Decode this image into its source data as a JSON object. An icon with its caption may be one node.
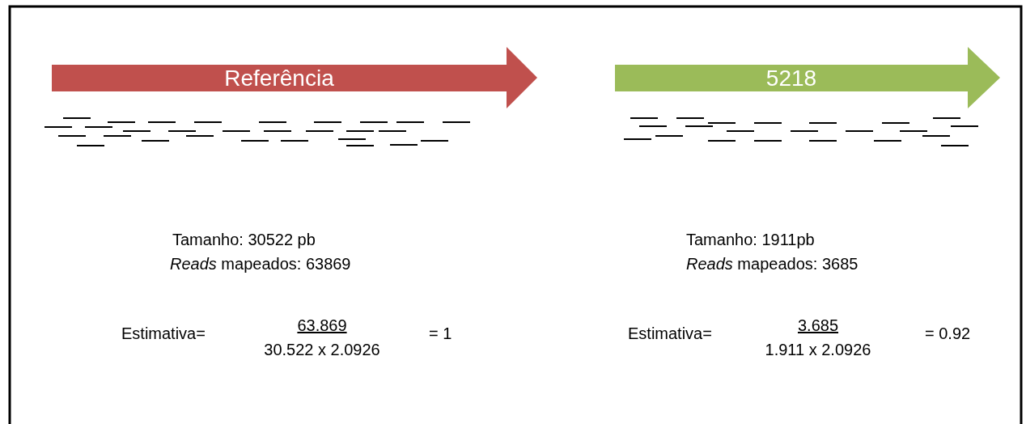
{
  "diagram": {
    "nodes": [
      {
        "text": [
          "Referência"
        ]
      },
      {
        "text": [
          "5218"
        ]
      }
    ],
    "labels": [
      "Tamanho: 30522 pb",
      "*Reads* mapeados: 63869",
      "Estimativa=",
      "63.869",
      "30.522 x 2.0926",
      "= 1",
      "Tamanho: 1911pb",
      "*Reads* mapeados: 3685",
      "Estimativa=",
      "3.685",
      "1.911 x 2.0926",
      "= 0.92"
    ]
  }
}
